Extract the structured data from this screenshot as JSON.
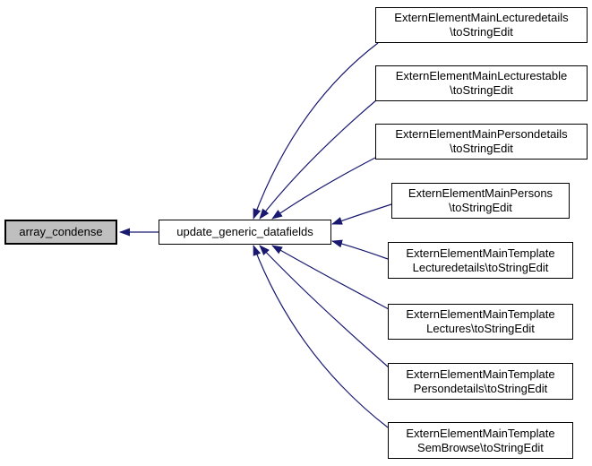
{
  "diagram": {
    "kind": "caller-graph",
    "edge_color": "#191970",
    "nodes": {
      "focus": {
        "label": "array_condense",
        "fill": "#bfbfbf"
      },
      "center": {
        "label": "update_generic_datafields",
        "fill": "#ffffff"
      },
      "callers": [
        {
          "label": "ExternElementMainLecturedetails\n\\toStringEdit"
        },
        {
          "label": "ExternElementMainLecturestable\n\\toStringEdit"
        },
        {
          "label": "ExternElementMainPersondetails\n\\toStringEdit"
        },
        {
          "label": "ExternElementMainPersons\n\\toStringEdit"
        },
        {
          "label": "ExternElementMainTemplate\nLecturedetails\\toStringEdit"
        },
        {
          "label": "ExternElementMainTemplate\nLectures\\toStringEdit"
        },
        {
          "label": "ExternElementMainTemplate\nPersondetails\\toStringEdit"
        },
        {
          "label": "ExternElementMainTemplate\nSemBrowse\\toStringEdit"
        }
      ]
    }
  }
}
